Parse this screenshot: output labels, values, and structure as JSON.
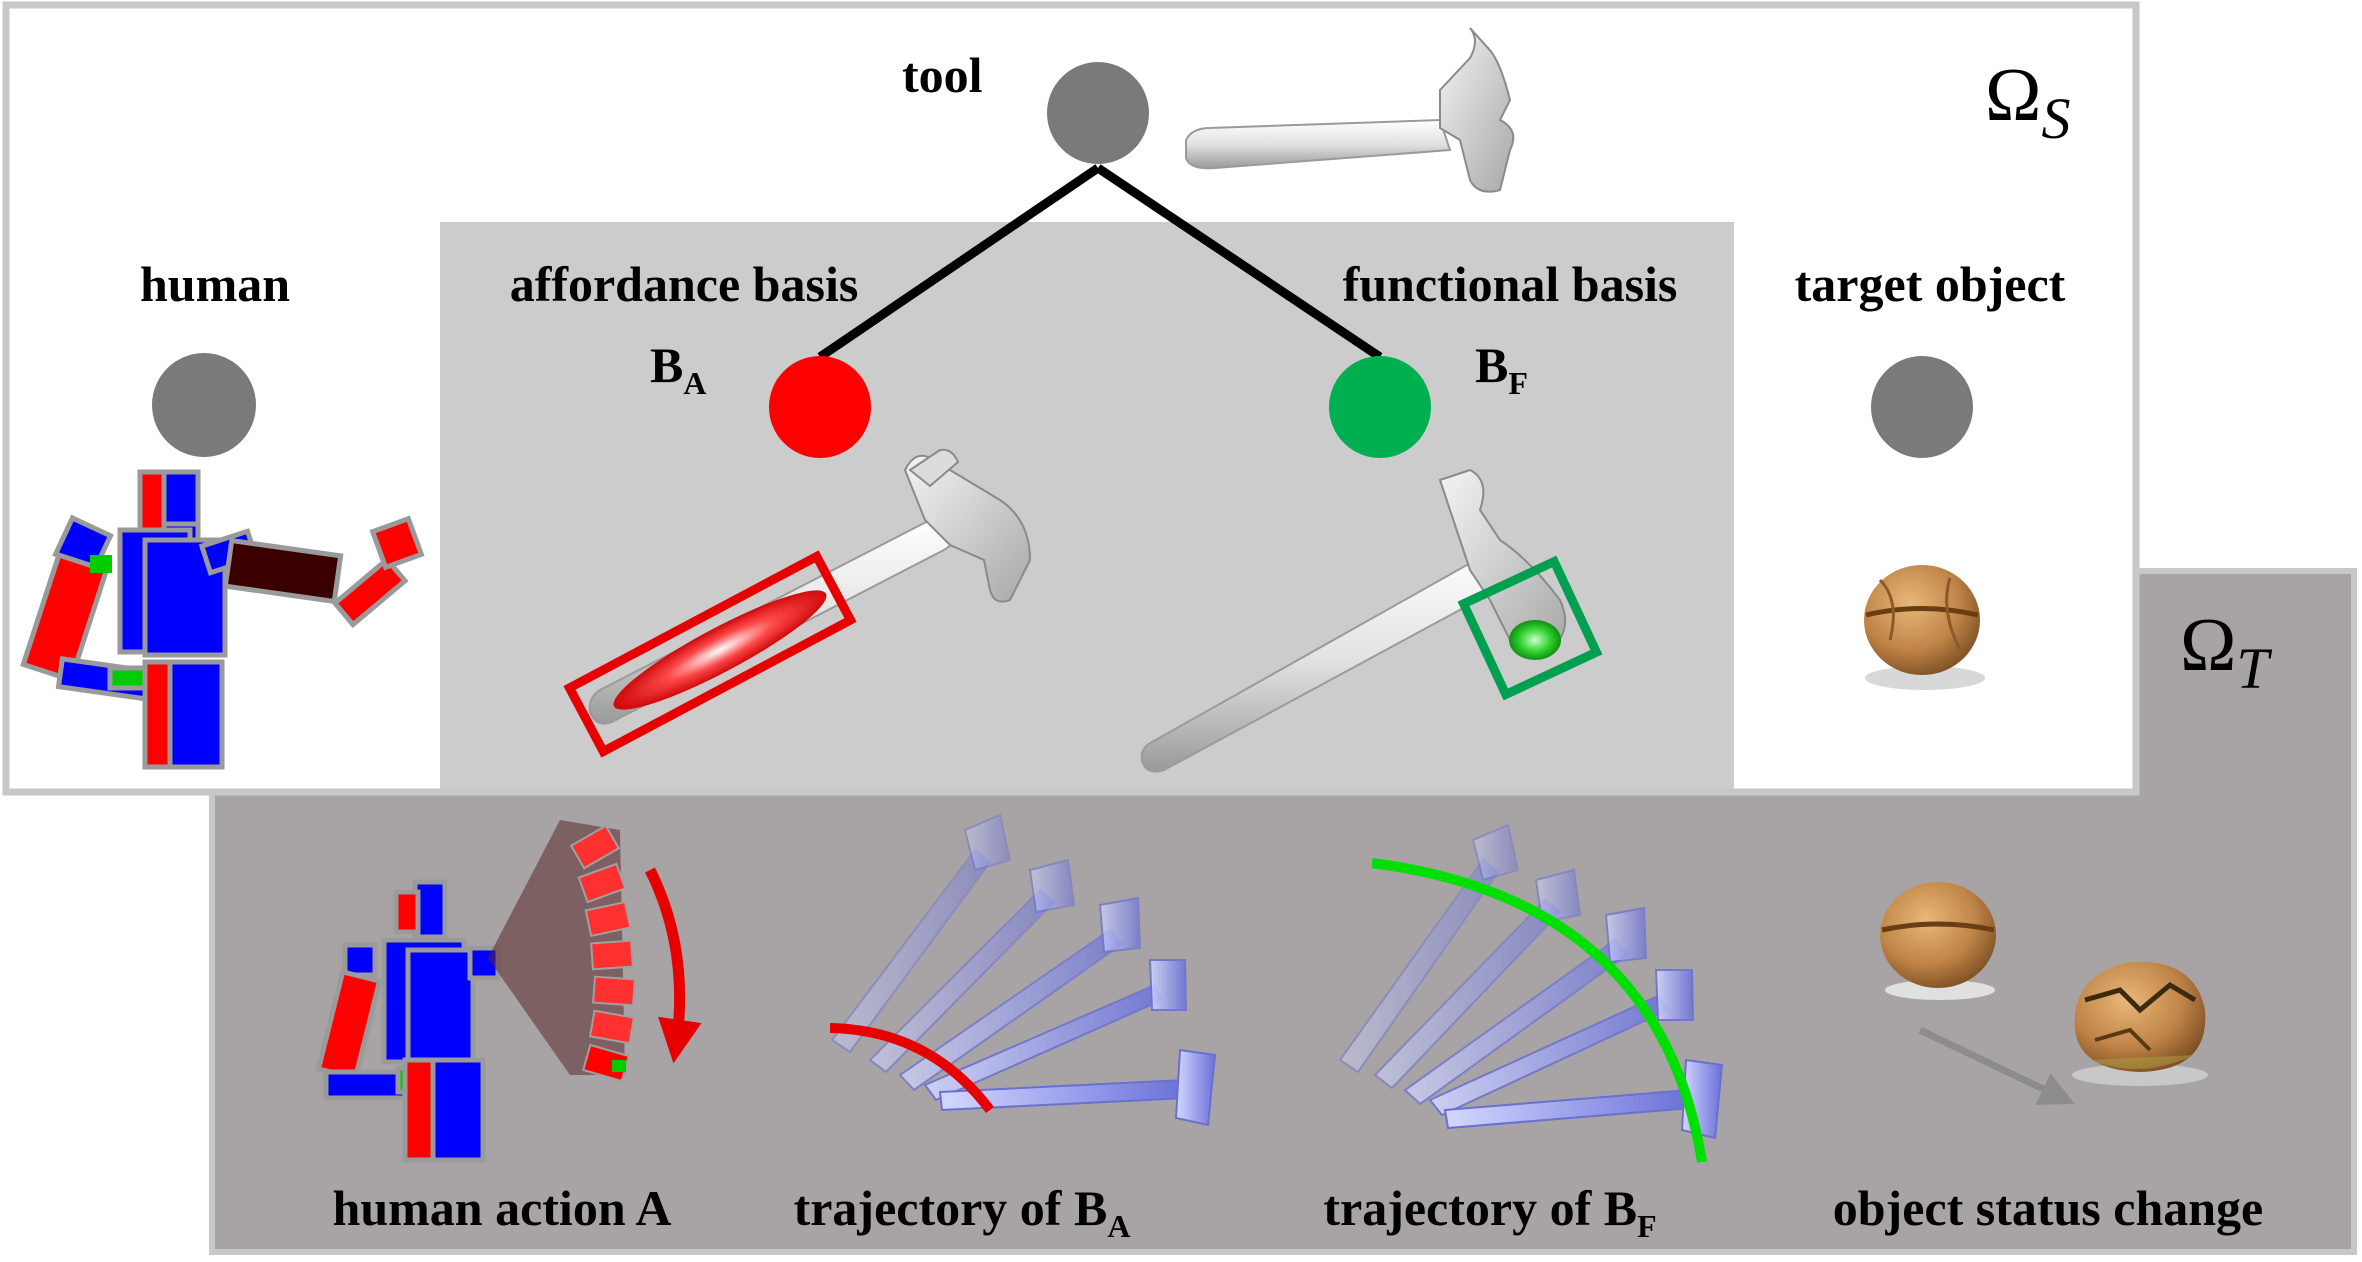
{
  "spaces": {
    "spatial": {
      "symbol": "Ω",
      "subscript": "S"
    },
    "temporal": {
      "symbol": "Ω",
      "subscript": "T"
    }
  },
  "nodes": {
    "tool": {
      "label": "tool",
      "color": "#7a7a7a"
    },
    "human": {
      "label": "human",
      "color": "#7a7a7a"
    },
    "affordance": {
      "label": "affordance basis",
      "symbol": "B",
      "subscript": "A",
      "color": "#ff0000"
    },
    "functional": {
      "label": "functional basis",
      "symbol": "B",
      "subscript": "F",
      "color": "#00b050"
    },
    "target": {
      "label": "target object",
      "color": "#7a7a7a"
    }
  },
  "captions": {
    "human_action": "human action A",
    "traj_prefix": "trajectory of ",
    "traj_a_symbol": "B",
    "traj_a_sub": "A",
    "traj_f_symbol": "B",
    "traj_f_sub": "F",
    "status_change": "object status change"
  },
  "colors": {
    "affordance_box": "#e60000",
    "functional_box": "#00a050",
    "trajectory_red": "#e60000",
    "trajectory_green": "#00e000",
    "temporal_panel": "#a8a4a6",
    "middle_panel": "#cccccc",
    "arrow_gray": "#909090"
  }
}
